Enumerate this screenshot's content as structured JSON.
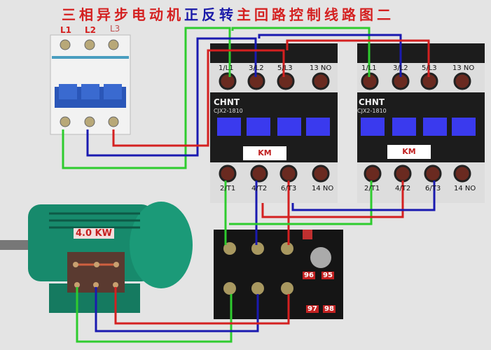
{
  "title": {
    "part1": "三相异步电动机",
    "part2": "正反转",
    "part3": "主回路控制线路图二"
  },
  "breaker": {
    "phases": [
      "L1",
      "L2",
      "L3"
    ]
  },
  "contactors": [
    {
      "brand": "CHNT",
      "model": "CJX2-1810",
      "label": "KM",
      "top_terminals": [
        "1/L1",
        "3/L2",
        "5/L3",
        "13 NO"
      ],
      "bottom_terminals": [
        "2/T1",
        "4/T2",
        "6/T3",
        "14 NO"
      ]
    },
    {
      "brand": "CHNT",
      "model": "CJX2-1810",
      "label": "KM",
      "top_terminals": [
        "1/L1",
        "3/L2",
        "5/L3",
        "13 NO"
      ],
      "bottom_terminals": [
        "2/T1",
        "4/T2",
        "6/T3",
        "14 NO"
      ]
    }
  ],
  "motor": {
    "power": "4.0 KW"
  },
  "overload_relay": {
    "contacts": [
      "96",
      "95",
      "97",
      "98"
    ]
  },
  "colors": {
    "phase1": "#2ecc2e",
    "phase2": "#1a1ab0",
    "phase3": "#d42020",
    "motor": "#1a8a6a"
  }
}
